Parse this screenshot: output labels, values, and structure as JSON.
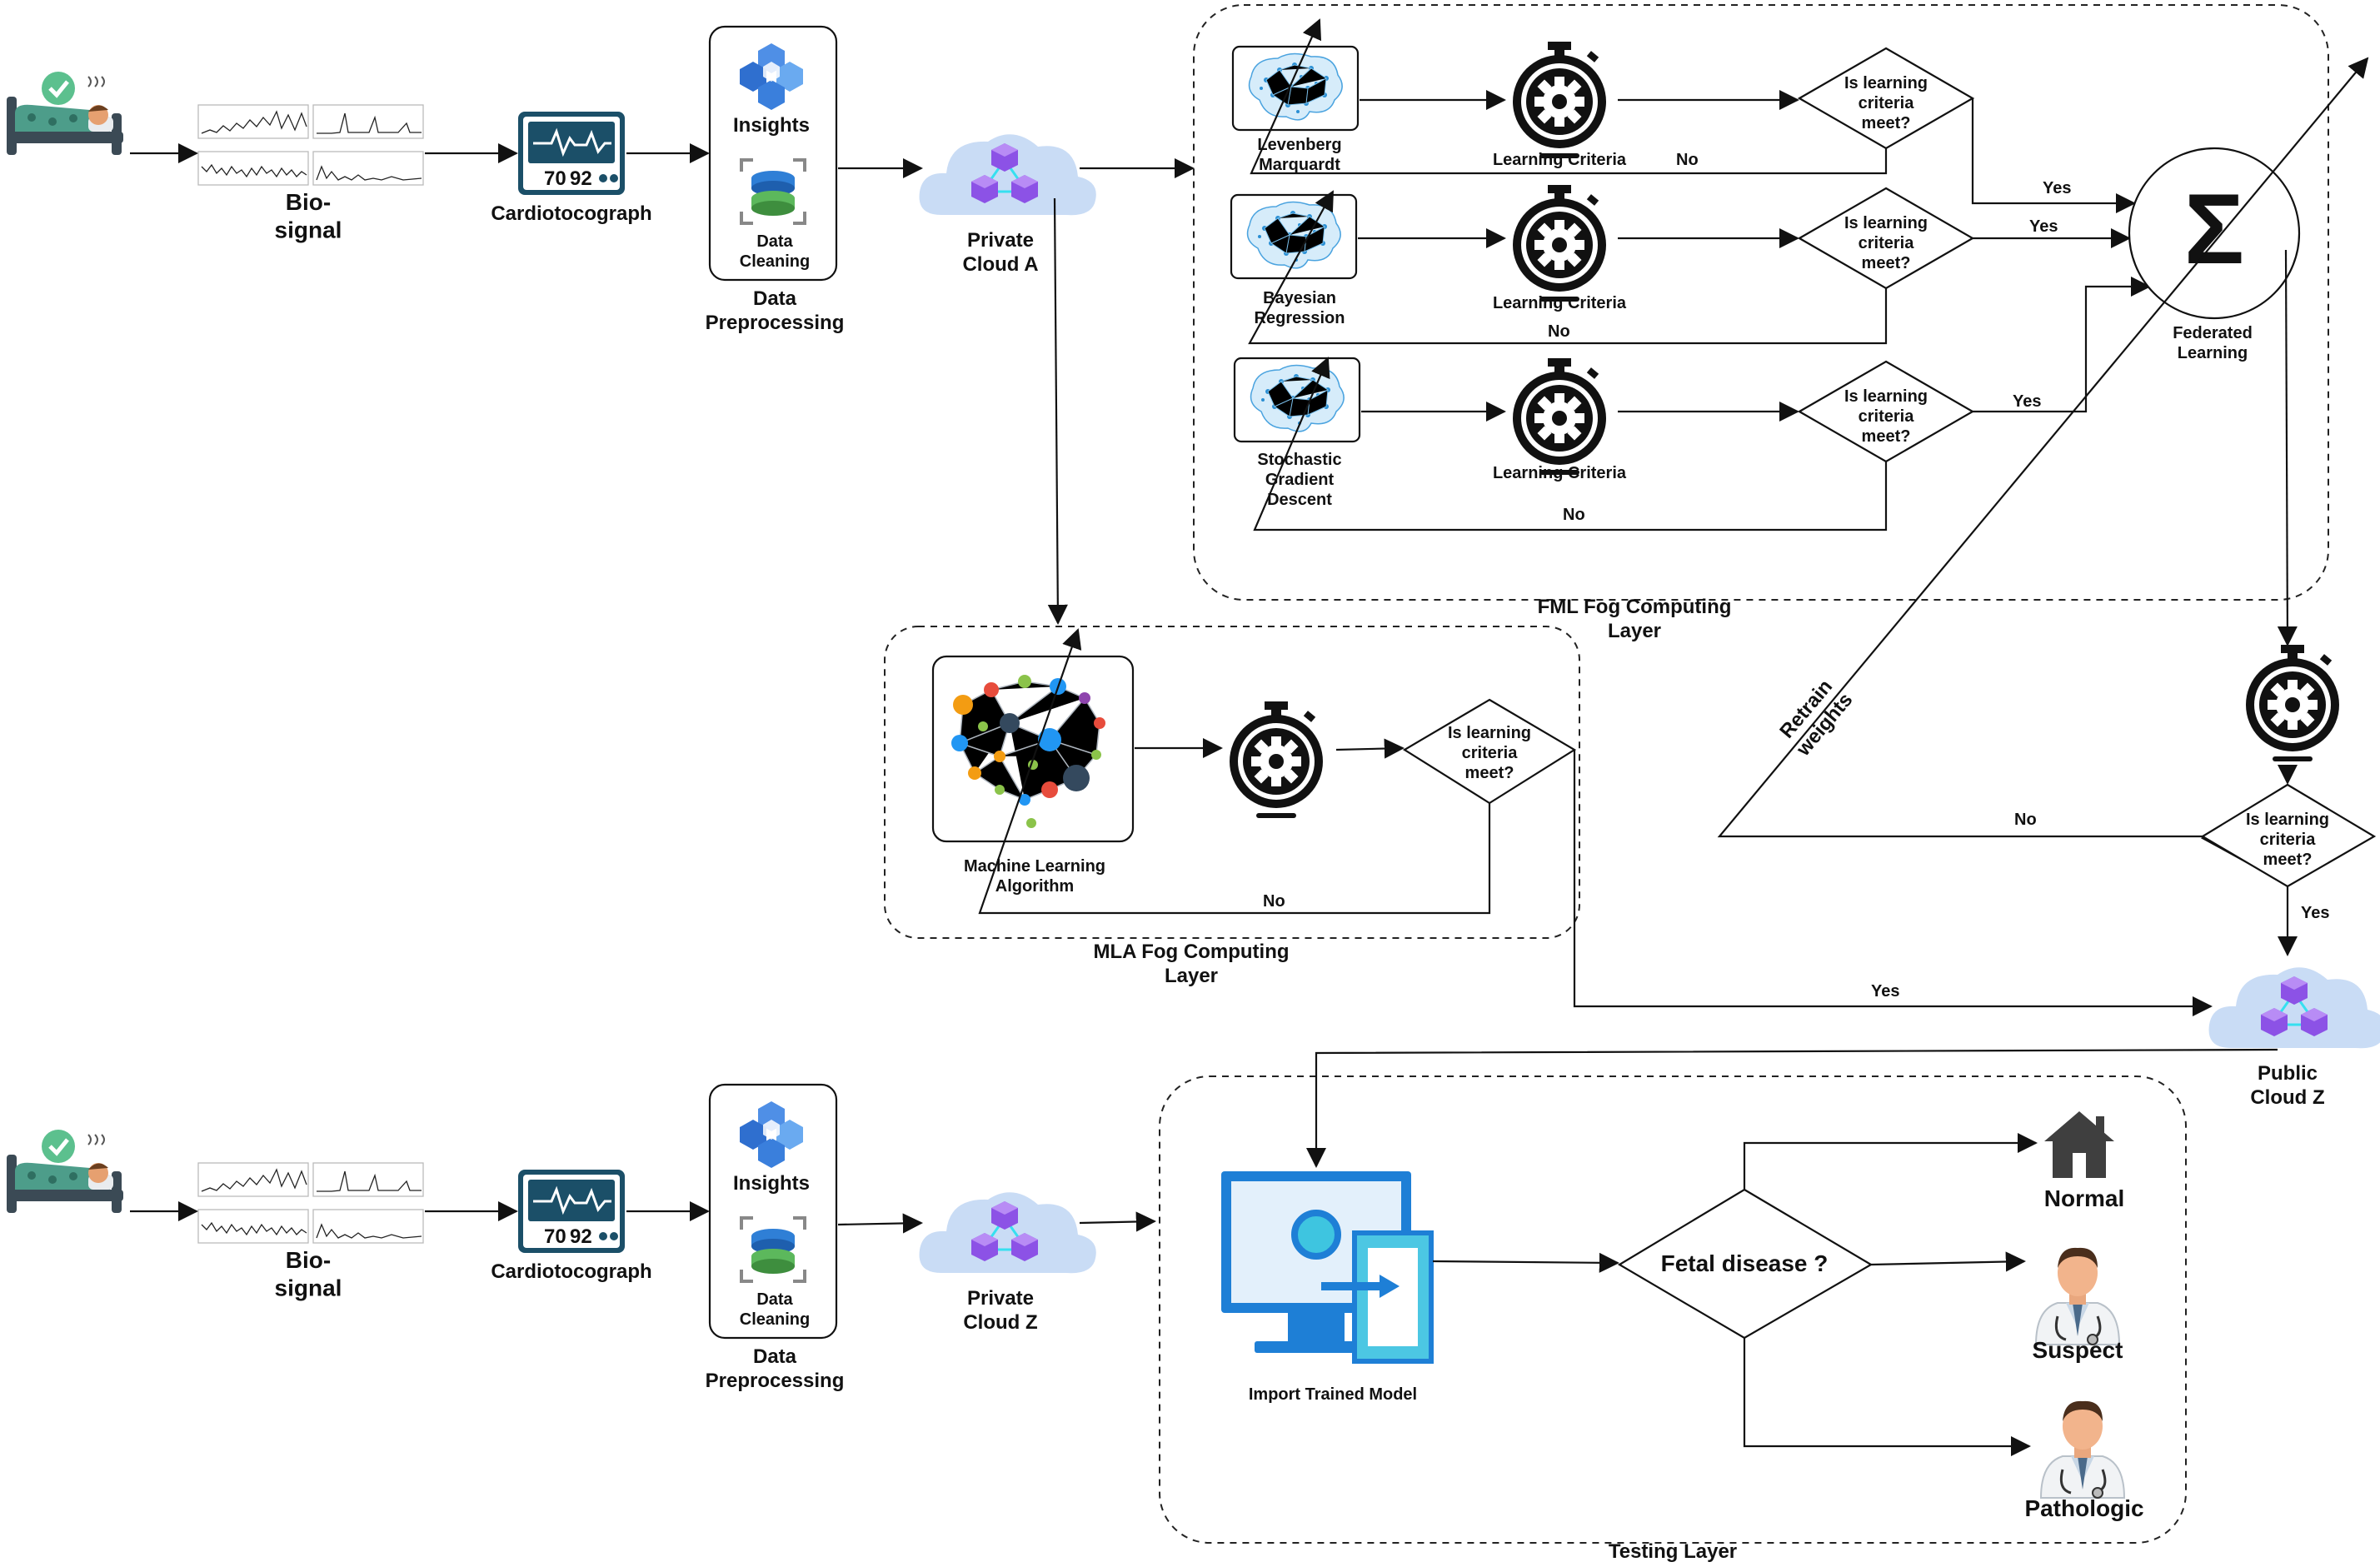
{
  "pipeline_top": {
    "biosignal": "Bio-\nsignal",
    "cardiotocograph": "Cardiotocograph",
    "ctg_readout_1": "70",
    "ctg_readout_2": "92",
    "insights": "Insights",
    "data_cleaning": "Data\nCleaning",
    "data_preprocessing": "Data\nPreprocessing",
    "cloud": "Private\nCloud A"
  },
  "pipeline_bottom": {
    "biosignal": "Bio-\nsignal",
    "cardiotocograph": "Cardiotocograph",
    "ctg_readout_1": "70",
    "ctg_readout_2": "92",
    "insights": "Insights",
    "data_cleaning": "Data\nCleaning",
    "data_preprocessing": "Data\nPreprocessing",
    "cloud": "Private\nCloud Z"
  },
  "fml_layer": {
    "title": "FML Fog Computing\nLayer",
    "algorithms": [
      {
        "name": "Levenberg\nMarquardt",
        "criteria": "Learning Criteria",
        "decision": "Is learning\ncriteria\nmeet?",
        "no": "No",
        "yes": "Yes"
      },
      {
        "name": "Bayesian\nRegression",
        "criteria": "Learning Criteria",
        "decision": "Is learning\ncriteria\nmeet?",
        "no": "No",
        "yes": "Yes"
      },
      {
        "name": "Stochastic\nGradient\nDescent",
        "criteria": "Learning Criteria",
        "decision": "Is learning\ncriteria\nmeet?",
        "no": "No",
        "yes": "Yes"
      }
    ],
    "aggregator_symbol": "Σ",
    "aggregator_label": "Federated\nLearning",
    "first_yes": "Yes"
  },
  "global_check": {
    "decision": "Is learning\ncriteria\nmeet?",
    "no": "No",
    "yes": "Yes",
    "retrain": "Retrain\nweights"
  },
  "mla_layer": {
    "title": "MLA Fog Computing\nLayer",
    "algorithm": "Machine Learning\nAlgorithm",
    "decision": "Is learning\ncriteria\nmeet?",
    "no": "No",
    "yes": "Yes"
  },
  "public_cloud": "Public\nCloud Z",
  "testing_layer": {
    "title": "Testing Layer",
    "import_model": "Import Trained Model",
    "decision": "Fetal disease ?",
    "outcomes": [
      "Normal",
      "Suspect",
      "Pathologic"
    ]
  },
  "colors": {
    "cloud": "#c9dcf5",
    "cube": "#8c52e6",
    "monitor": "#1e7fd6",
    "ctg_screen": "#1b4f68",
    "bed": "#4d9d8a",
    "check": "#5cc08e"
  },
  "icons": [
    "patient-bed-icon",
    "biosignal-chart-icon",
    "ctg-monitor-icon",
    "insights-hexagon-icon",
    "data-cleaning-icon",
    "cloud-cube-icon",
    "brain-network-icon",
    "stopwatch-gear-icon",
    "sigma-icon",
    "monitor-import-icon",
    "house-icon",
    "doctor-icon"
  ]
}
